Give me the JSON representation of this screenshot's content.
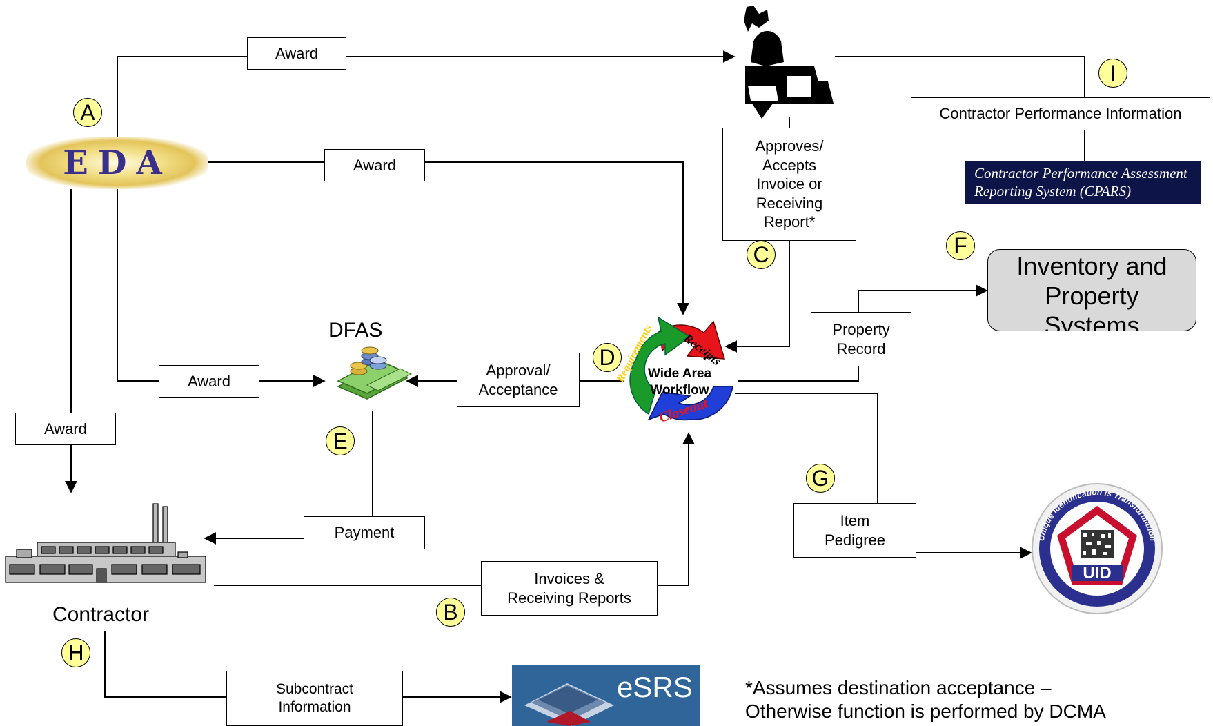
{
  "nodes": {
    "eda_logo": "EDA",
    "dfas": "DFAS",
    "contractor": "Contractor",
    "workflow": {
      "center": "Wide Area\nWorkflow",
      "requirements": "Requirements",
      "receipts": "Receipts",
      "closeout": "Closeout"
    },
    "cpars": "Contractor Performance Assessment\nReporting System (CPARS)",
    "inventory": "Inventory and\nProperty\nSystems",
    "uid": {
      "ring": "Unique Identification is Transformation",
      "label": "UID"
    },
    "esrs": "eSRS"
  },
  "boxes": {
    "award_top": "Award",
    "award_mid": "Award",
    "award_dfas": "Award",
    "award_contractor": "Award",
    "approves": "Approves/\nAccepts\nInvoice or\nReceiving\nReport*",
    "contractor_perf": "Contractor Performance Information",
    "property_record": "Property\nRecord",
    "approval_acceptance": "Approval/\nAcceptance",
    "payment": "Payment",
    "invoices": "Invoices &\nReceiving Reports",
    "item_pedigree": "Item\nPedigree",
    "subcontract": "Subcontract\nInformation"
  },
  "badges": {
    "A": "A",
    "B": "B",
    "C": "C",
    "D": "D",
    "E": "E",
    "F": "F",
    "G": "G",
    "H": "H",
    "I": "I"
  },
  "footnote": "*Assumes destination acceptance –\nOtherwise function is performed by DCMA",
  "colors": {
    "badge_fill": "#ffff99",
    "cpars_bg": "#0d1447",
    "inventory_fill": "#d9d9d9",
    "workflow_green": "#1a9a2a",
    "workflow_red": "#e8141b",
    "workflow_blue": "#1f3fd8",
    "uid_blue": "#2b2f8e",
    "uid_red": "#c8102e"
  },
  "icons": [
    "person-at-computer-icon",
    "money-stack-icon",
    "factory-icon",
    "workflow-cycle-icon",
    "uid-seal-icon",
    "esrs-logo-icon"
  ]
}
